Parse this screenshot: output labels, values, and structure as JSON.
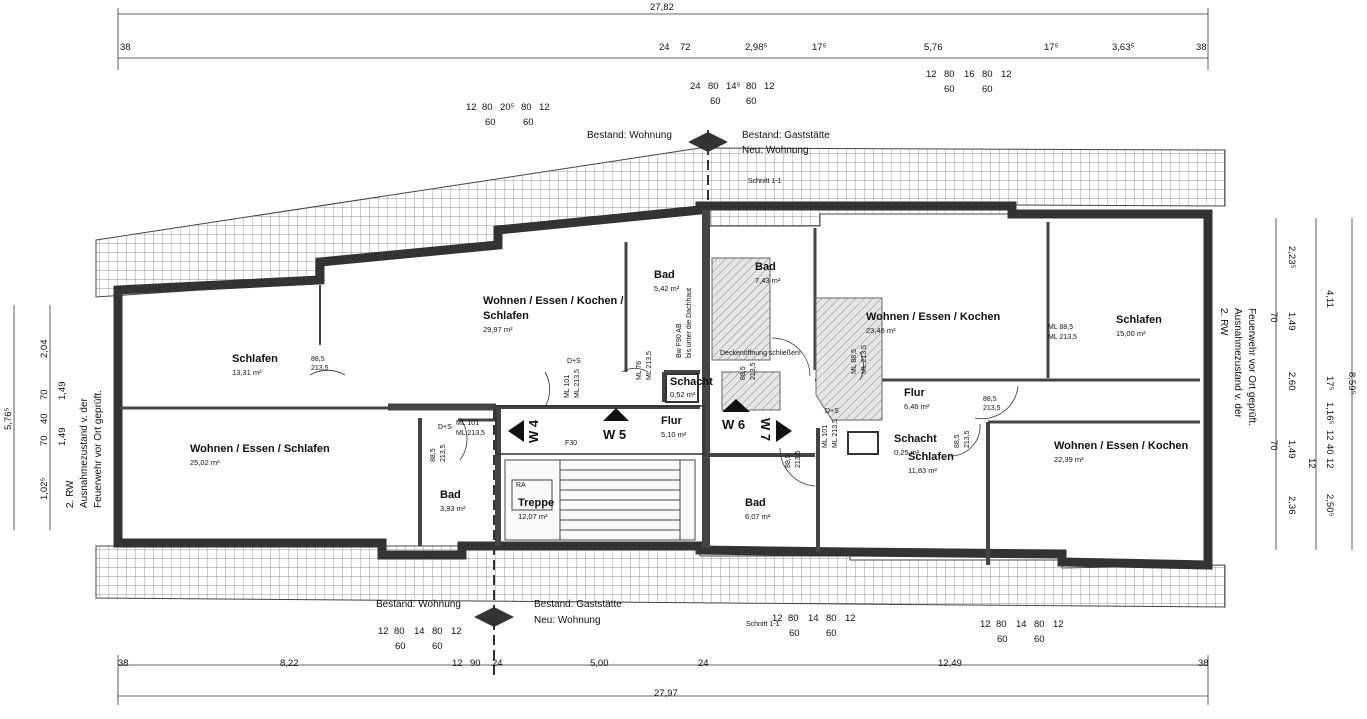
{
  "total_top": "27,82",
  "total_bottom": "27,97",
  "dims_top": [
    "38",
    "24",
    "72",
    "2,98⁵",
    "17⁵",
    "5,76",
    "17⁵",
    "3,63⁵",
    "38"
  ],
  "dims_bottom": [
    "38",
    "8,22",
    "12",
    "90",
    "24",
    "5,00",
    "24",
    "12,49",
    "38"
  ],
  "window_dims": {
    "top_left": {
      "a": "12",
      "b": "80",
      "c": "20⁵",
      "d": "80",
      "e": "12",
      "f": "60",
      "g": "60"
    },
    "top_mid": {
      "a": "24",
      "b": "80",
      "c": "14⁵",
      "d": "80",
      "e": "12",
      "f": "60",
      "g": "60"
    },
    "top_right": {
      "a": "12",
      "b": "80",
      "c": "16",
      "d": "80",
      "e": "12",
      "f": "60",
      "g": "60"
    },
    "bot_left": {
      "a": "12",
      "b": "80",
      "c": "14",
      "d": "80",
      "e": "12",
      "f": "60",
      "g": "60"
    },
    "bot_mid": {
      "a": "12",
      "b": "80",
      "c": "14",
      "d": "80",
      "e": "12",
      "f": "60",
      "g": "60"
    },
    "bot_right": {
      "a": "12",
      "b": "80",
      "c": "14",
      "d": "80",
      "e": "12",
      "f": "60",
      "g": "60"
    }
  },
  "left_dims": {
    "total": "5,76⁵",
    "a": "2,04",
    "b": "70",
    "c": "1,49",
    "d": "40",
    "e": "70",
    "f": "1,49",
    "g": "1,02⁵"
  },
  "right_dims": {
    "a": "2,23⁵",
    "b": "70",
    "c": "1,49",
    "d": "2,60",
    "e": "70",
    "f": "1,49",
    "g": "2,36",
    "h": "4,11",
    "i": "17⁵",
    "j": "1,16⁵",
    "k": "12",
    "l": "40",
    "m": "12",
    "n": "12",
    "o": "2,50⁵",
    "p": "8,59⁵"
  },
  "rw_note": {
    "title": "2. RW",
    "line1": "Ausnahmezustand v. der",
    "line2": "Feuerwehr vor Ort geprüft."
  },
  "section_top": {
    "left": "Bestand: Wohnung",
    "right1": "Bestand: Gaststätte",
    "right2": "Neu: Wohnung"
  },
  "section_bottom": {
    "left": "Bestand: Wohnung",
    "right1": "Bestand: Gaststätte",
    "right2": "Neu: Wohnung"
  },
  "schnitt_top": "Schnitt 1-1",
  "schnitt_bottom": "Schnitt 1-1",
  "rooms": {
    "schlafen_left": {
      "name": "Schlafen",
      "area": "13,31 m²"
    },
    "wohnen_left": {
      "name": "Wohnen / Essen / Schlafen",
      "area": "25,02 m²"
    },
    "wohnen_mid": {
      "name1": "Wohnen / Essen / Kochen /",
      "name2": "Schlafen",
      "area": "29,97 m²"
    },
    "bad_mid": {
      "name": "Bad",
      "area": "5,42 m²"
    },
    "bad_left": {
      "name": "Bad",
      "area": "3,93 m²"
    },
    "treppe": {
      "name": "Treppe",
      "area": "12,07 m²"
    },
    "flur_left": {
      "name": "Flur",
      "area": "5,10 m²"
    },
    "schacht_left": {
      "name": "Schacht",
      "area": "0,52 m²"
    },
    "bad_right1": {
      "name": "Bad",
      "area": "7,43 m²"
    },
    "bad_right2": {
      "name": "Bad",
      "area": "6,07 m²"
    },
    "wohnen_right": {
      "name": "Wohnen / Essen / Kochen",
      "area": "23,46 m²"
    },
    "schlafen_r1": {
      "name": "Schlafen",
      "area": "15,00 m²"
    },
    "flur_right": {
      "name": "Flur",
      "area": "6,46 m²"
    },
    "schacht_right": {
      "name": "Schacht",
      "area": "0,25 m²"
    },
    "schlafen_r2": {
      "name": "Schlafen",
      "area": "11,83 m²"
    },
    "wohnen_r2": {
      "name": "Wohnen / Essen / Kochen",
      "area": "22,39 m²"
    }
  },
  "markers": {
    "w4": "W 4",
    "w5": "W 5",
    "w6": "W 6",
    "w7": "W 7"
  },
  "notes": {
    "bw": "Bw F90 AB",
    "dachraum": "bis unter die Dachhaut",
    "decke": "Deckenöffnung schließen!",
    "f30": "F30",
    "ra": "RA",
    "ds1": "D+S",
    "ds2": "D+S",
    "ds3": "D+S",
    "ml101a": "ML 101",
    "ml2135a": "ML 213,5",
    "ml101b": "ML 101",
    "ml2135b": "ML 213,5",
    "ml76": "ML 76",
    "ml2135c": "ML 213,5",
    "ml885": "ML 88,5",
    "ml2135d": "ML 213,5",
    "ml885b": "ML 88,5",
    "ml2135e": "ML 213,5",
    "ml101c": "ML 101",
    "ml2135f": "ML 213,5",
    "door1": "88,5",
    "door1b": "213,5",
    "door2": "88,5",
    "door2b": "213,5",
    "door3": "88,5",
    "door3b": "213,5",
    "door4": "88,5",
    "door4b": "213,5",
    "door5": "88,5",
    "door5b": "213,5",
    "door6": "88,5",
    "door6b": "213,5"
  }
}
